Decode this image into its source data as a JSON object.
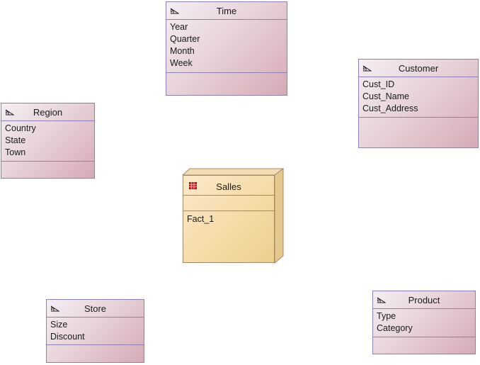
{
  "fact": {
    "title": "Salles",
    "measures": [
      "Fact_1"
    ],
    "icon": "fact-cube-icon"
  },
  "dimensions": {
    "time": {
      "title": "Time",
      "attributes": [
        "Year",
        "Quarter",
        "Month",
        "Week"
      ]
    },
    "customer": {
      "title": "Customer",
      "attributes": [
        "Cust_ID",
        "Cust_Name",
        "Cust_Address"
      ]
    },
    "region": {
      "title": "Region",
      "attributes": [
        "Country",
        "State",
        "Town"
      ]
    },
    "store": {
      "title": "Store",
      "attributes": [
        "Size",
        "Discount"
      ]
    },
    "product": {
      "title": "Product",
      "attributes": [
        "Type",
        "Category"
      ]
    }
  },
  "colors": {
    "dimension_border": "#8e7fb4",
    "dimension_fill": "#e8d3da",
    "fact_fill": "#f5dba8",
    "fact_border": "#a08b6b",
    "fact_icon": "#d42a2a"
  }
}
